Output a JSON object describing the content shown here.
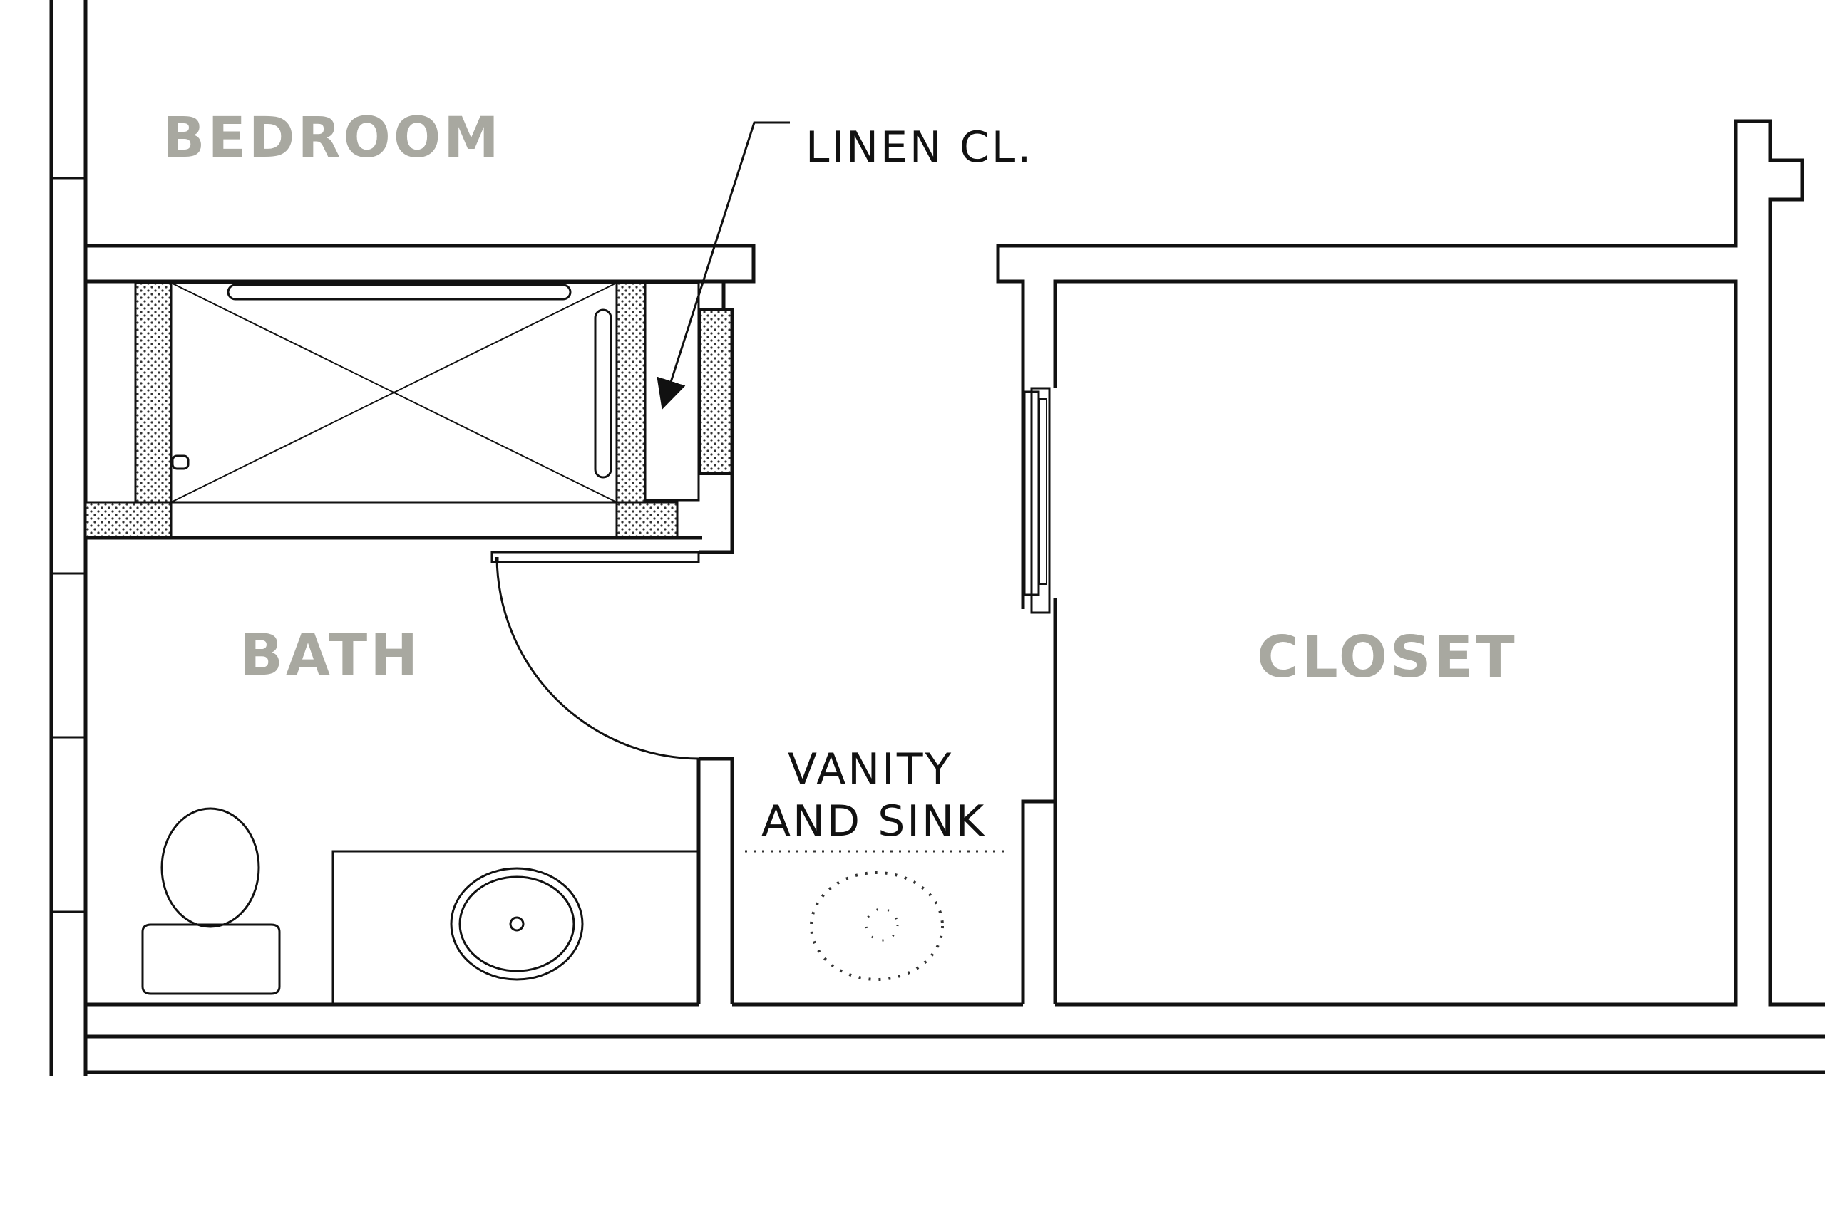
{
  "rooms": {
    "bedroom": "BEDROOM",
    "bath": "BATH",
    "closet": "CLOSET"
  },
  "notes": {
    "linen": "LINEN CL.",
    "vanity_line1": "VANITY",
    "vanity_line2": "AND SINK"
  },
  "colors": {
    "room_label": "#a8a8a0",
    "line": "#111111",
    "background": "#ffffff"
  }
}
